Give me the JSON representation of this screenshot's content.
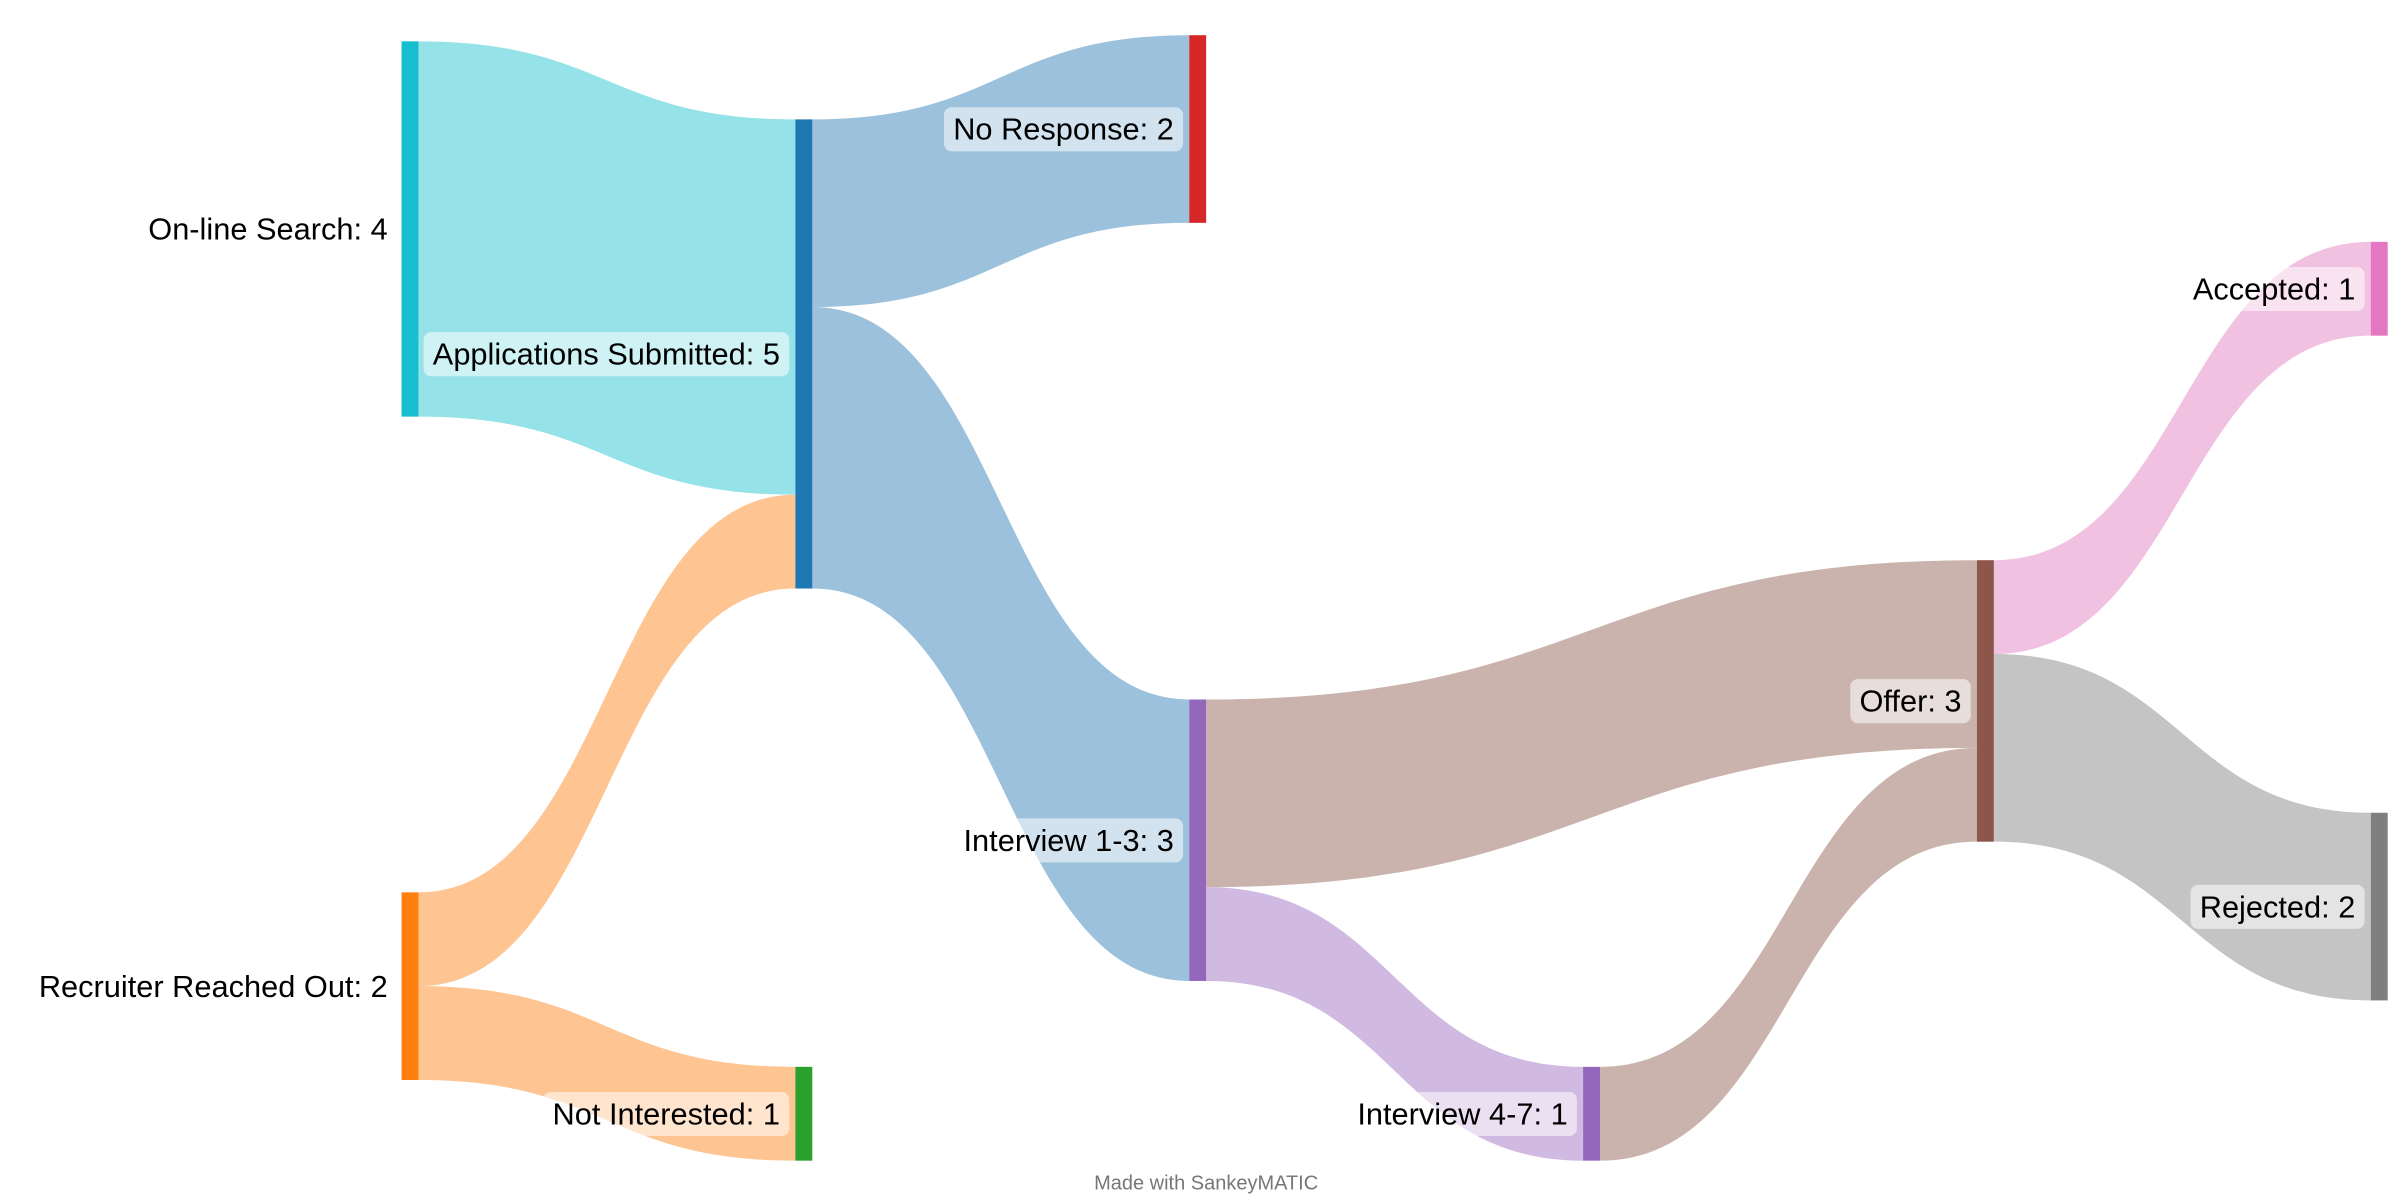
{
  "chart_data": {
    "type": "sankey",
    "title": "",
    "nodes": [
      {
        "name": "On-line Search",
        "value": 4,
        "color": "#17becf"
      },
      {
        "name": "Recruiter Reached Out",
        "value": 2,
        "color": "#ff7f0e"
      },
      {
        "name": "Applications Submitted",
        "value": 5,
        "color": "#1f77b4"
      },
      {
        "name": "Not Interested",
        "value": 1,
        "color": "#2ca02c"
      },
      {
        "name": "No Response",
        "value": 2,
        "color": "#d62728"
      },
      {
        "name": "Interview 1-3",
        "value": 3,
        "color": "#9467bd"
      },
      {
        "name": "Interview 4-7",
        "value": 1,
        "color": "#9467bd"
      },
      {
        "name": "Offer",
        "value": 3,
        "color": "#8c564b"
      },
      {
        "name": "Accepted",
        "value": 1,
        "color": "#e377c2"
      },
      {
        "name": "Rejected",
        "value": 2,
        "color": "#7f7f7f"
      }
    ],
    "flows": [
      {
        "source": 0,
        "target": 2,
        "value": 4,
        "color": "#95e3e8"
      },
      {
        "source": 1,
        "target": 2,
        "value": 1,
        "color": "#fec592"
      },
      {
        "source": 1,
        "target": 3,
        "value": 1,
        "color": "#fec592"
      },
      {
        "source": 2,
        "target": 4,
        "value": 2,
        "color": "#9bc1dc"
      },
      {
        "source": 2,
        "target": 5,
        "value": 3,
        "color": "#9bc1dc"
      },
      {
        "source": 5,
        "target": 7,
        "value": 2,
        "color": "#cab3ad"
      },
      {
        "source": 5,
        "target": 6,
        "value": 1,
        "color": "#d0bae1"
      },
      {
        "source": 6,
        "target": 7,
        "value": 1,
        "color": "#cab3ad"
      },
      {
        "source": 7,
        "target": 8,
        "value": 1,
        "color": "#f1c1e1"
      },
      {
        "source": 7,
        "target": 9,
        "value": 2,
        "color": "#c4c4c4"
      }
    ]
  },
  "footer": "Made with SankeyMATIC"
}
